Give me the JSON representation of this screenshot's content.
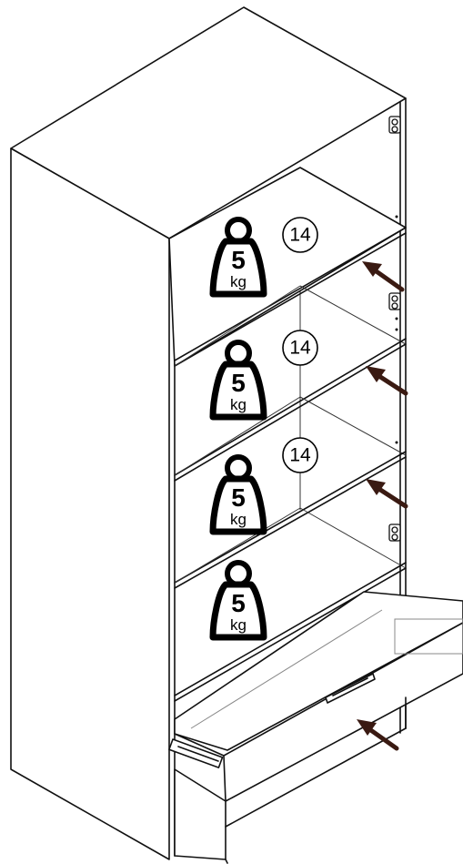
{
  "shelves": [
    {
      "part_number": "14",
      "weight_value": "5",
      "weight_unit": "kg"
    },
    {
      "part_number": "14",
      "weight_value": "5",
      "weight_unit": "kg"
    },
    {
      "part_number": "14",
      "weight_value": "5",
      "weight_unit": "kg"
    }
  ],
  "base_compartment": {
    "weight_value": "5",
    "weight_unit": "kg"
  },
  "colors": {
    "line": "#111111",
    "arrow": "#3a1a12",
    "background": "#ffffff"
  }
}
